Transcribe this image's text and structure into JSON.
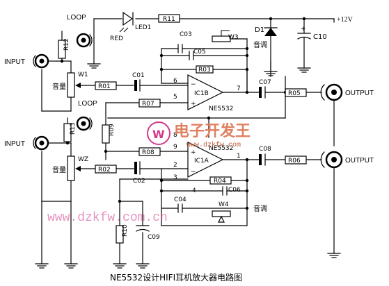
{
  "title": "NE5532设计HIFI耳机放大器电路图",
  "power": "+12V",
  "watermark": {
    "site_cn": "电子开发王",
    "site_small": "www.dzkfw.com",
    "site_url": "www.dzkfw.com.cn"
  },
  "components": {
    "led1": "LED1",
    "led_color": "RED",
    "r11": "R11",
    "d1": "D1",
    "c10": "C10",
    "c03": "C03",
    "w3": "W3",
    "tone1": "音调",
    "c05": "C05",
    "r03": "R03",
    "r12": "R12",
    "w1": "W1",
    "vol1": "音量",
    "r01": "R01",
    "c01": "C01",
    "ic1b": "IC1B",
    "ne5532_b": "NE5532",
    "c07": "C07",
    "r05": "R05",
    "r07": "R07",
    "r09": "R09",
    "r13": "R13",
    "r08": "R08",
    "ic1a": "IC1A",
    "ne5532_a": "NE5532",
    "c08": "C08",
    "r06": "R06",
    "r02": "R02",
    "c02": "C02",
    "w2": "WZ",
    "vol2": "音量",
    "r04": "R04",
    "c06": "C06",
    "c04": "C04",
    "w4": "W4",
    "tone2": "音调",
    "r10": "R10",
    "c09": "C09"
  },
  "pins": {
    "p6": "6",
    "p5": "5",
    "p7": "7",
    "p8": "8",
    "p9": "9",
    "p2": "2",
    "p3": "3",
    "p1": "1",
    "p4": "4",
    "minus_b": "−",
    "plus_b": "+",
    "minus_a": "−",
    "plus_a": "+"
  },
  "ports": {
    "loop_top": "LOOP",
    "loop_bottom": "LOOP",
    "input_top": "INPUT",
    "input_bottom": "INPUT",
    "output_top": "OUTPUT",
    "output_bottom": "OUTPUT"
  }
}
